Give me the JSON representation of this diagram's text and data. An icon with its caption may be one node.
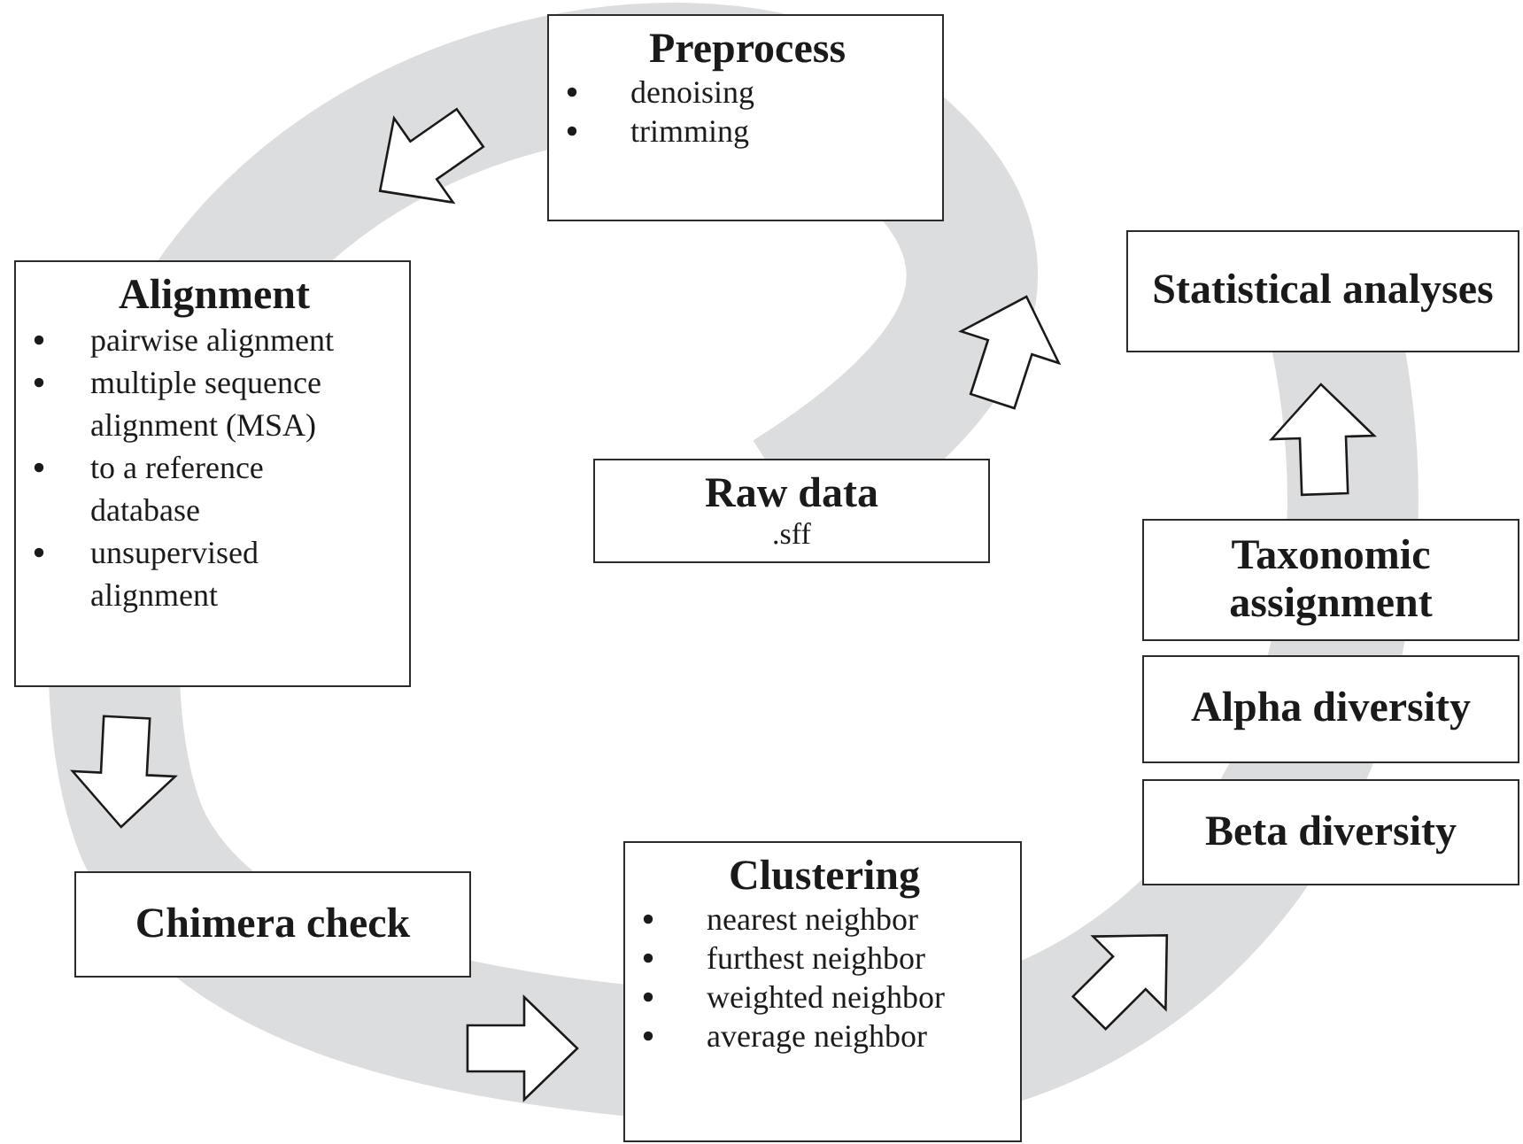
{
  "diagram": {
    "nodes": [
      {
        "text": [
          "Preprocess",
          "denoising",
          "trimming"
        ]
      },
      {
        "text": [
          "Statistical analyses"
        ]
      },
      {
        "text": [
          "Alignment",
          "pairwise alignment",
          "multiple sequence alignment (MSA)",
          "to a reference database",
          "unsupervised alignment"
        ]
      },
      {
        "text": [
          "Raw data",
          ".sff"
        ]
      },
      {
        "text": [
          "Taxonomic assignment"
        ]
      },
      {
        "text": [
          "Alpha diversity"
        ]
      },
      {
        "text": [
          "Beta diversity"
        ]
      },
      {
        "text": [
          "Chimera check"
        ]
      },
      {
        "text": [
          "Clustering",
          "nearest neighbor",
          "furthest neighbor",
          "weighted neighbor",
          "average neighbor"
        ]
      }
    ],
    "edges": [
      {
        "from": 3,
        "to": 0,
        "arrow": "to"
      },
      {
        "from": 0,
        "to": 2,
        "arrow": "to"
      },
      {
        "from": 2,
        "to": 7,
        "arrow": "to"
      },
      {
        "from": 7,
        "to": 8,
        "arrow": "to"
      },
      {
        "from": 8,
        "to": 6,
        "arrow": "to"
      },
      {
        "from": 4,
        "to": 1,
        "arrow": "to"
      }
    ]
  }
}
